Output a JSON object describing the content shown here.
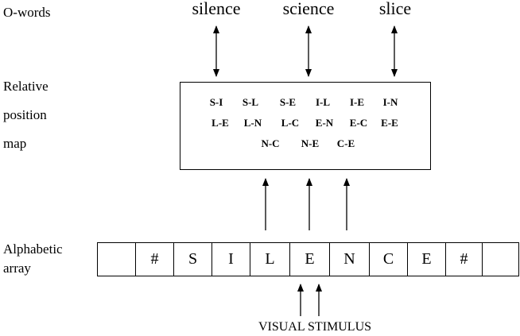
{
  "row_labels": {
    "owords": "O-words",
    "relative": [
      "Relative",
      "position",
      "map"
    ],
    "alphabetic": [
      "Alphabetic",
      "array"
    ]
  },
  "owords": [
    "silence",
    "science",
    "slice"
  ],
  "bigrams": [
    [
      "S-I",
      "S-L",
      "S-E",
      "I-L",
      "I-E",
      "I-N"
    ],
    [
      "L-E",
      "L-N",
      "L-C",
      "E-N",
      "E-C",
      "E-E"
    ],
    [
      "N-C",
      "N-E",
      "C-E"
    ]
  ],
  "array_cells": [
    "",
    "#",
    "S",
    "I",
    "L",
    "E",
    "N",
    "C",
    "E",
    "#",
    ""
  ],
  "stimulus": "VISUAL STIMULUS"
}
